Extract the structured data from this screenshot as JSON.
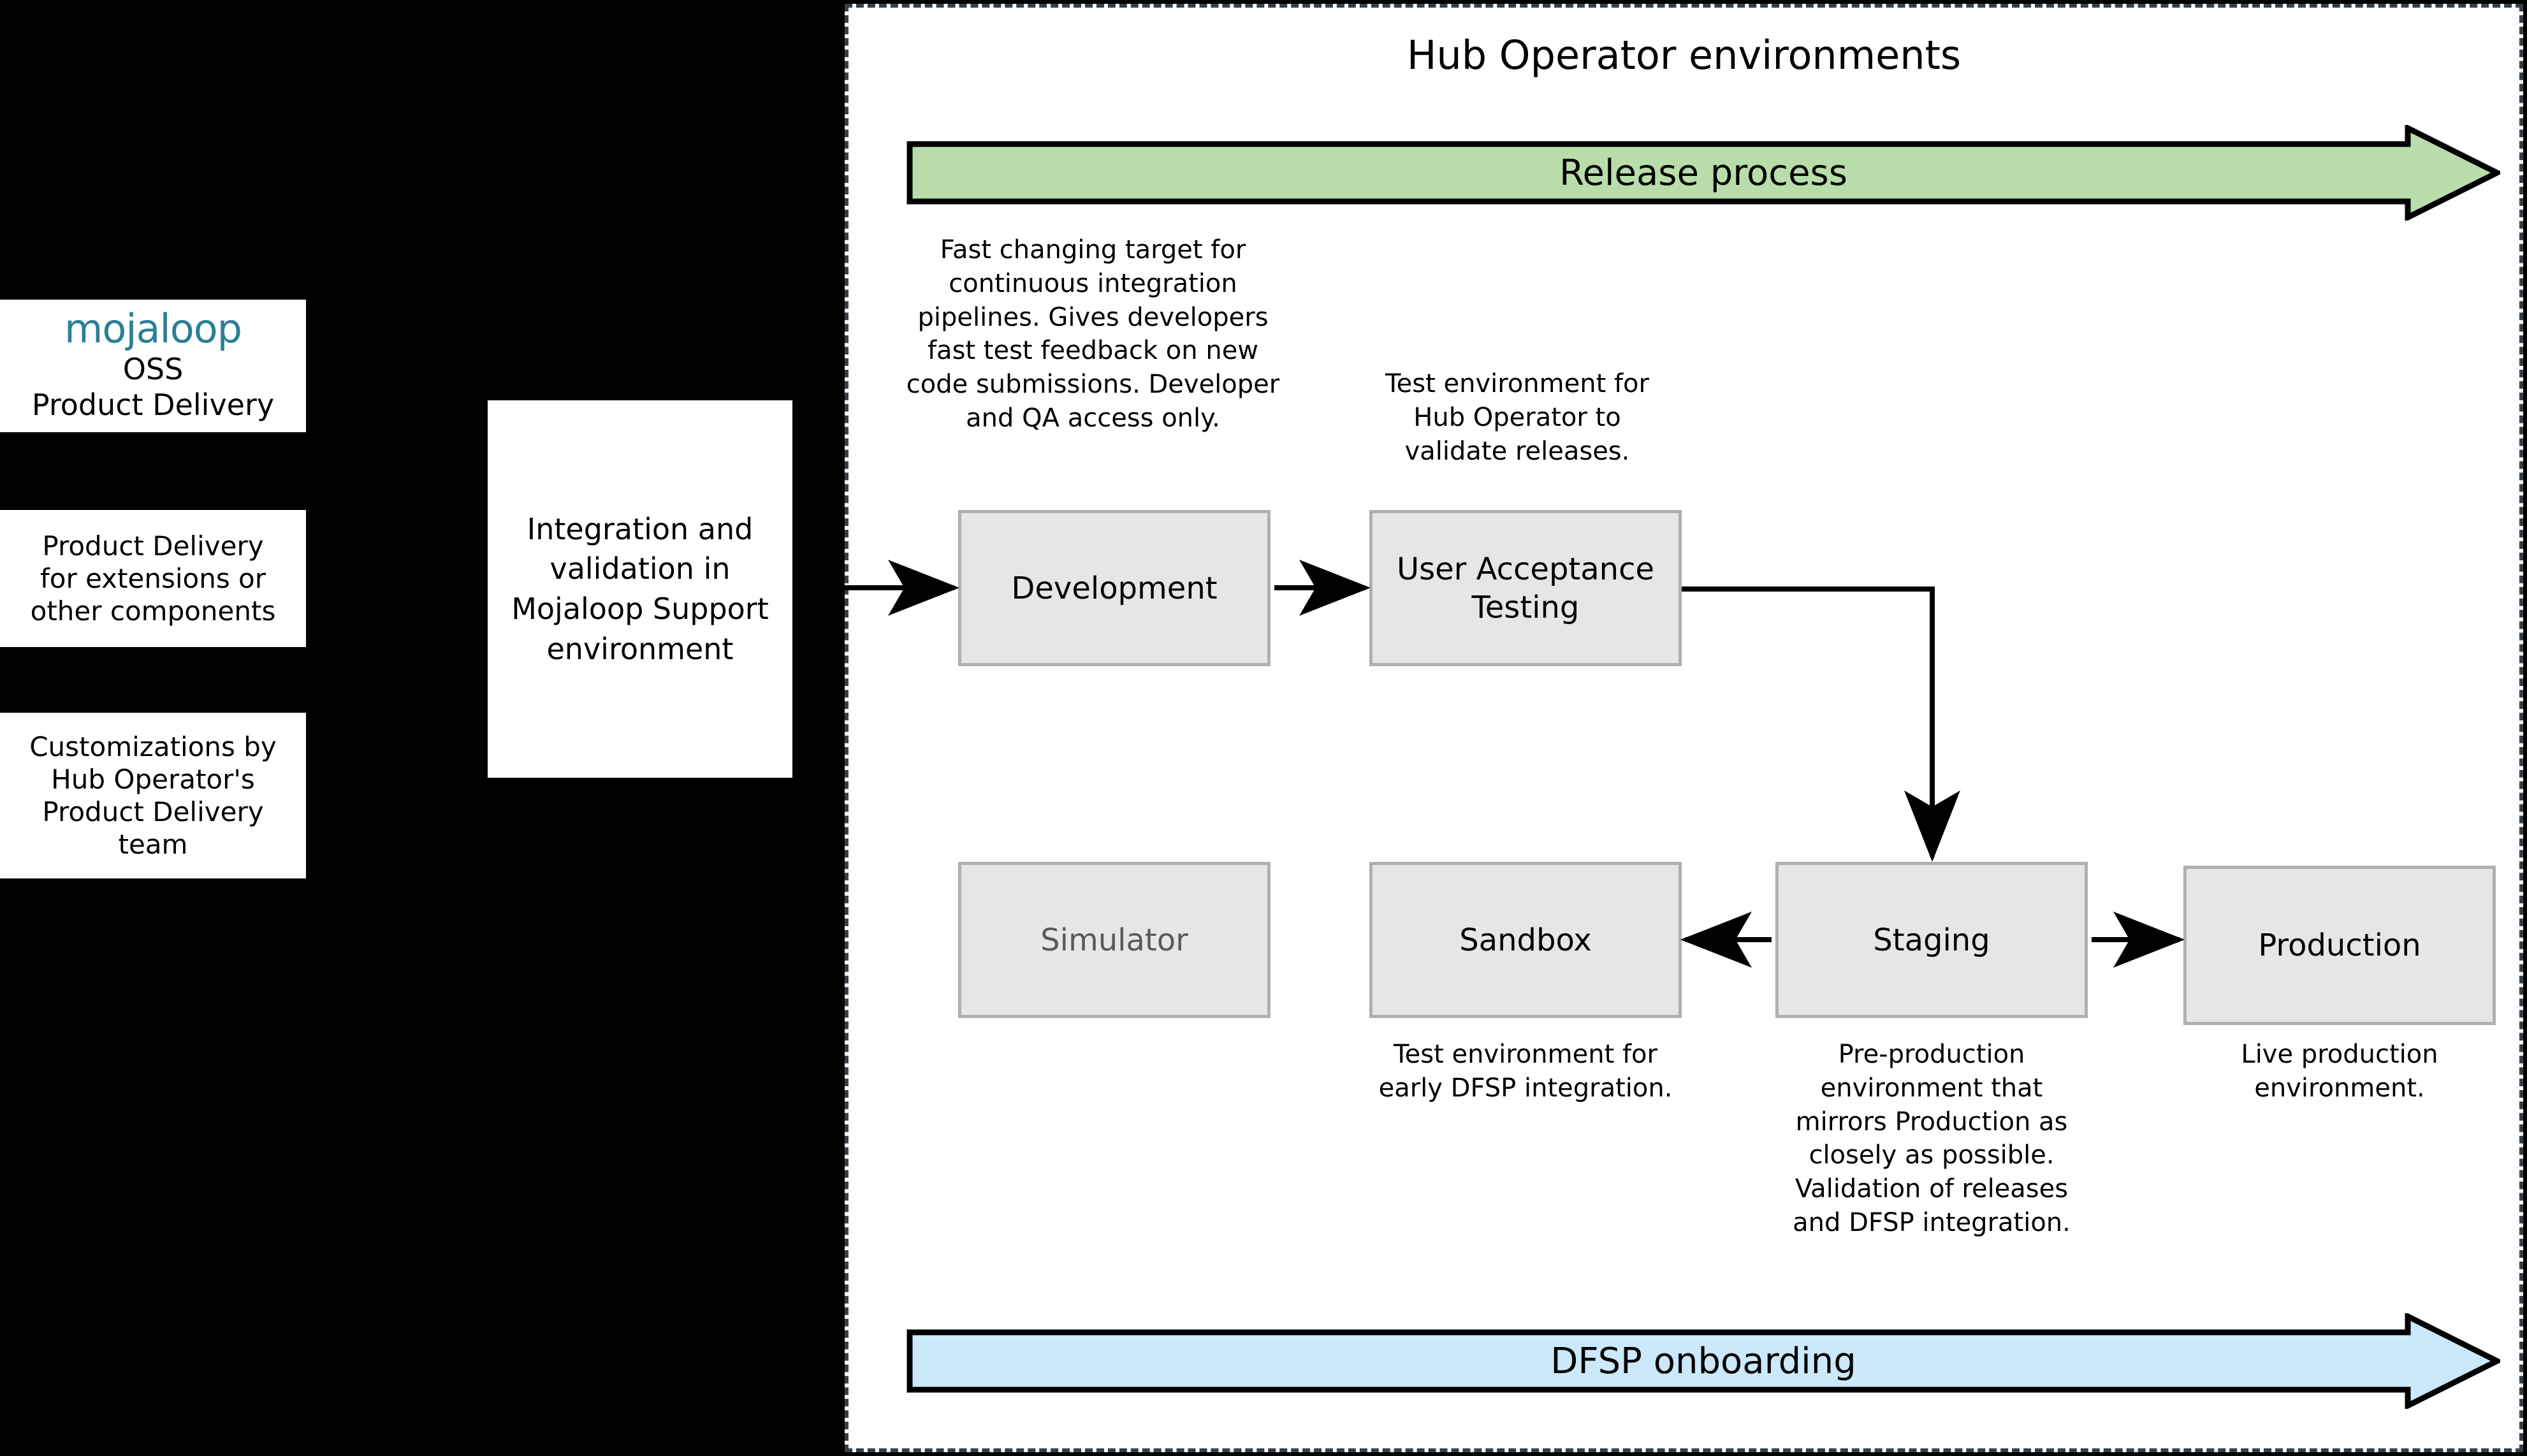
{
  "legend": {
    "items": [
      {
        "name": "mojaloop-oss-product-delivery",
        "logo": "mojaloop",
        "lines": [
          "OSS",
          "Product Delivery"
        ]
      },
      {
        "name": "product-delivery-extensions",
        "lines": [
          "Product Delivery",
          "for extensions or",
          "other components"
        ]
      },
      {
        "name": "customizations-hub-operator",
        "lines": [
          "Customizations by",
          "Hub Operator's",
          "Product Delivery",
          "team"
        ]
      }
    ]
  },
  "support_box": {
    "lines": [
      "Integration and",
      "validation in",
      "Mojaloop Support",
      "environment"
    ]
  },
  "panel": {
    "title": "Hub Operator environments"
  },
  "banners": {
    "release": {
      "label": "Release process",
      "color": "#b9ddaa"
    },
    "dfsp": {
      "label": "DFSP onboarding",
      "color": "#cbe9fb"
    }
  },
  "environments": [
    {
      "id": "development",
      "label": "Development",
      "muted": false
    },
    {
      "id": "user-acceptance-testing",
      "label": "User Acceptance Testing",
      "label_lines": [
        "User Acceptance",
        "Testing"
      ],
      "muted": false
    },
    {
      "id": "simulator",
      "label": "Simulator",
      "muted": true
    },
    {
      "id": "sandbox",
      "label": "Sandbox",
      "muted": false
    },
    {
      "id": "staging",
      "label": "Staging",
      "muted": false
    },
    {
      "id": "production",
      "label": "Production",
      "muted": false
    }
  ],
  "captions": {
    "development": "Fast changing target for continuous integration pipelines. Gives developers fast test feedback on new code submissions. Developer and QA access only.",
    "uat": "Test environment for Hub Operator to validate releases.",
    "sandbox": "Test environment for early DFSP integration.",
    "staging": "Pre-production environment that mirrors Production as closely as possible. Validation of releases and DFSP integration.",
    "production": "Live production environment."
  },
  "colors": {
    "box_fill": "#e6e6e6",
    "box_border": "#b0b0b0",
    "panel_border": "#37404a",
    "brand_teal": "#2b7f95",
    "release_green": "#b9ddaa",
    "dfsp_blue": "#cbe9fb",
    "background": "#000000"
  }
}
